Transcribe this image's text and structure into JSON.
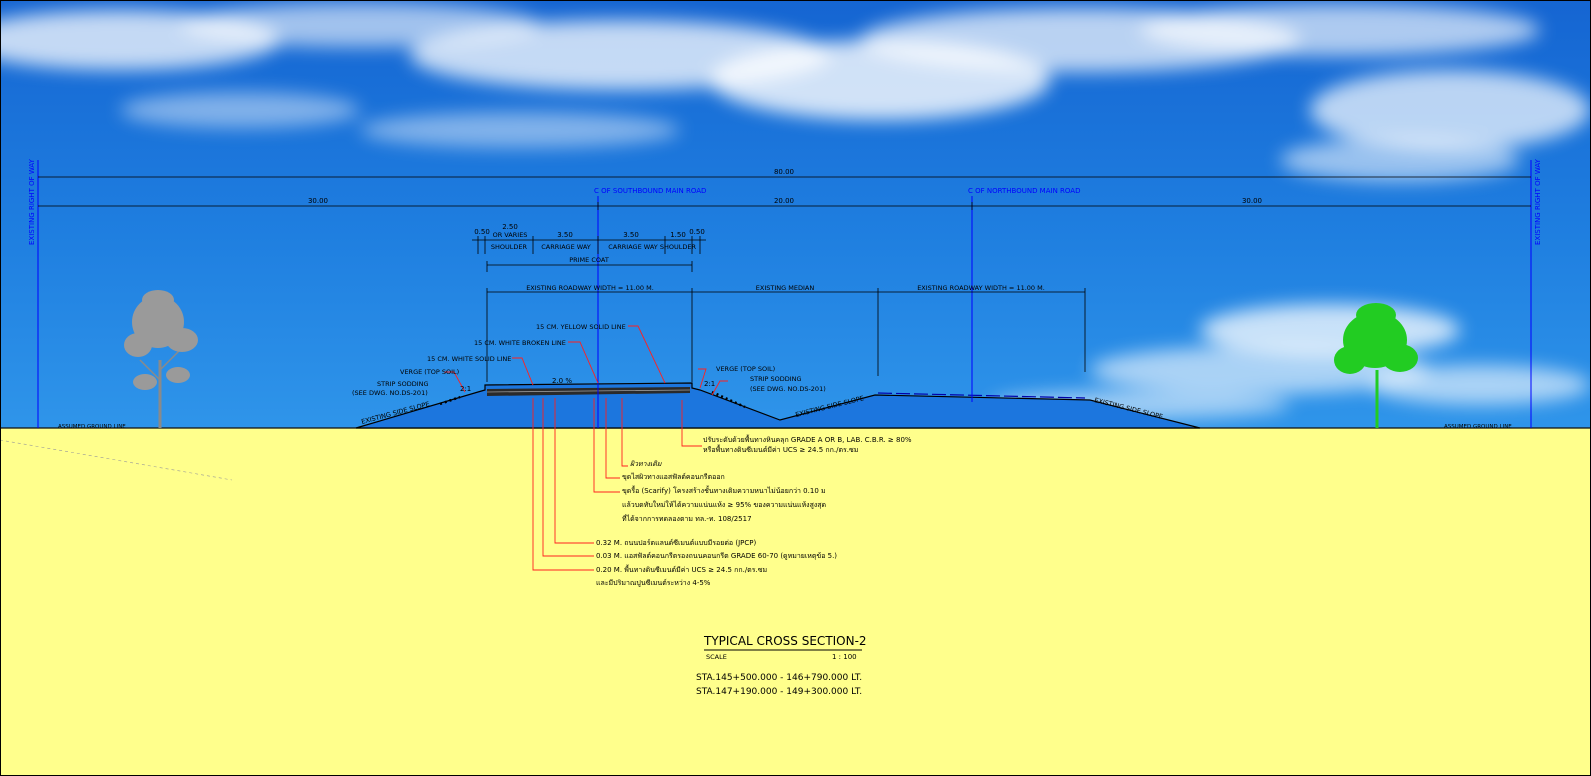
{
  "dimensions": {
    "overall": "80.00",
    "left_row": "30.00",
    "median": "20.00",
    "right_row": "30.00",
    "d050_left": "0.50",
    "d250": "2.50",
    "or_varies": "OR VARIES",
    "d350_a": "3.50",
    "d350_b": "3.50",
    "d150": "1.50",
    "d050_right": "0.50"
  },
  "centerlines": {
    "southbound": "C OF SOUTHBOUND MAIN ROAD",
    "northbound": "C OF NORTHBOUND MAIN ROAD"
  },
  "row_labels": {
    "left": "EXISTING RIGHT OF WAY",
    "right": "EXISTING RIGHT OF WAY"
  },
  "section_labels": {
    "shoulder_left": "SHOULDER",
    "carriage_way_1": "CARRIAGE WAY",
    "carriage_way_2": "CARRIAGE WAY",
    "shoulder_right": "SHOULDER",
    "prime_coat": "PRIME COAT",
    "existing_roadway_1": "EXISTING ROADWAY WIDTH = 11.00 M.",
    "existing_median": "EXISTING MEDIAN",
    "existing_roadway_2": "EXISTING ROADWAY WIDTH = 11.00 M."
  },
  "callouts": {
    "yellow_line": "15 CM. YELLOW SOLID LINE",
    "white_broken": "15 CM. WHITE BROKEN LINE",
    "white_solid": "15 CM. WHITE SOLID LINE",
    "verge_left": "VERGE (TOP SOIL)",
    "strip_left_1": "STRIP SODDING",
    "strip_left_2": "(SEE DWG. NO.DS-201)",
    "verge_right": "VERGE (TOP SOIL)",
    "strip_right_1": "STRIP SODDING",
    "strip_right_2": "(SEE DWG. NO.DS-201)",
    "slope_left": "2:1",
    "slope_right": "2:1",
    "crossfall": "2.0 %",
    "side_slope_1": "EXISTING SIDE SLOPE",
    "side_slope_2": "EXISTING SIDE SLOPE",
    "side_slope_3": "EXISTING SIDE SLOPE",
    "ground_left": "ASSUMED GROUND LINE",
    "ground_right": "ASSUMED GROUND LINE"
  },
  "notes": {
    "n1a": "ปรับระดับด้วยพื้นทางหินคลุก GRADE A OR B, LAB. C.B.R. ≥ 80%",
    "n1b": "หรือพื้นทางดินซีเมนต์มีค่า UCS ≥ 24.5 กก./ตร.ซม",
    "n2": "ผิวทางเดิม",
    "n3": "ขุดไสผิวทางแอสฟัลต์คอนกรีตออก",
    "n4a": "ขุดรื้อ (Scarify) โครงสร้างชั้นทางเดิมความหนาไม่น้อยกว่า 0.10 ม",
    "n4b": "แล้วบดทับใหม่ให้ได้ความแน่นแห้ง ≥ 95% ของความแน่นแห้งสูงสุด",
    "n4c": "ที่ได้จากการทดลองตาม ทล.-ท. 108/2517",
    "n5": "0.32 M. ถนนปอร์ตแลนด์ซีเมนต์แบบมีรอยต่อ (JPCP)",
    "n6": "0.03 M. แอสฟัลต์คอนกรีตรองถนนคอนกรีต GRADE 60-70 (ดูหมายเหตุข้อ 5.)",
    "n7a": "0.20 M. พื้นทางดินซีเมนต์มีค่า UCS ≥ 24.5 กก./ตร.ซม",
    "n7b": "และมีปริมาณปูนซีเมนต์ระหว่าง 4-5%"
  },
  "title_block": {
    "title": "TYPICAL CROSS SECTION-2",
    "scale_label": "SCALE",
    "scale_value": "1 : 100",
    "station_1": "STA.145+500.000  -  146+790.000  LT.",
    "station_2": "STA.147+190.000  -  149+300.000  LT."
  },
  "colors": {
    "ground": "#ffff8c",
    "sky": "#1a6fd8",
    "dim_line": "#000000",
    "leader": "#ff2020",
    "centerline": "#0000ff",
    "tree_left": "#9a9a9a",
    "tree_right": "#22cc22"
  }
}
